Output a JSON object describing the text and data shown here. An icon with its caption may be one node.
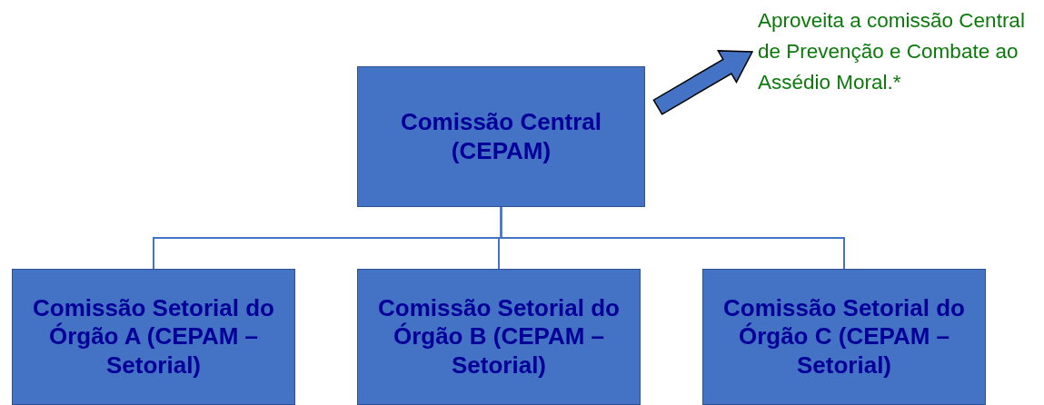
{
  "diagram": {
    "nodes": [
      {
        "text": [
          "Comissão Central (CEPAM)"
        ]
      },
      {
        "text": [
          "Aproveita a comissão Central de Prevenção e Combate ao Assédio Moral.*"
        ]
      },
      {
        "text": [
          "Comissão Setorial do Órgão A (CEPAM – Setorial)"
        ]
      },
      {
        "text": [
          "Comissão Setorial do Órgão B (CEPAM – Setorial)"
        ]
      },
      {
        "text": [
          "Comissão Setorial do Órgão C (CEPAM – Setorial)"
        ]
      }
    ],
    "edges": [
      {
        "from": 0,
        "to": 1,
        "arrow": "to",
        "style": "thick"
      },
      {
        "from": 0,
        "to": 2,
        "arrow": "none"
      },
      {
        "from": 0,
        "to": 3,
        "arrow": "none"
      },
      {
        "from": 0,
        "to": 4,
        "arrow": "none"
      }
    ]
  }
}
